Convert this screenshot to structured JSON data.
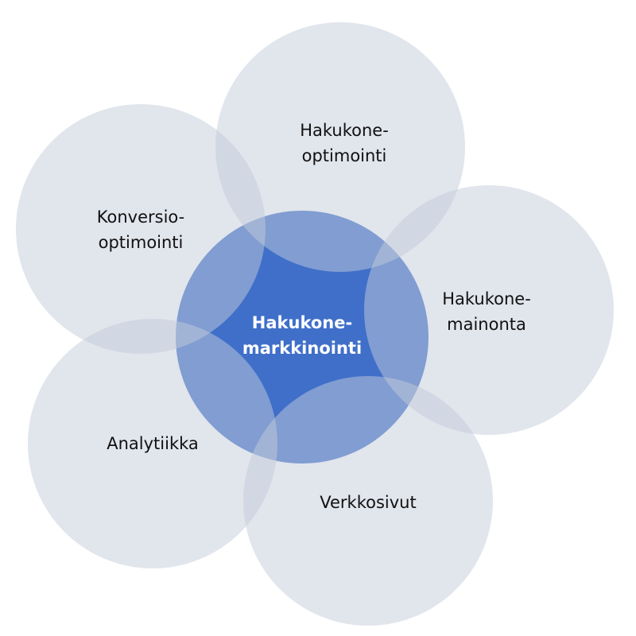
{
  "diagram": {
    "center": {
      "label_line1": "Hakukone-",
      "label_line2": "markkinointi"
    },
    "petals": [
      {
        "label_line1": "Hakukone-",
        "label_line2": "optimointi"
      },
      {
        "label_line1": "Hakukone-",
        "label_line2": "mainonta"
      },
      {
        "label_line1": "Verkkosivut",
        "label_line2": ""
      },
      {
        "label_line1": "Analytiikka",
        "label_line2": ""
      },
      {
        "label_line1": "Konversio-",
        "label_line2": "optimointi"
      }
    ],
    "colors": {
      "petal_fill": "#c3ccda",
      "center_fill": "#3f6fc9",
      "petal_text": "#111111",
      "center_text": "#ffffff"
    }
  }
}
